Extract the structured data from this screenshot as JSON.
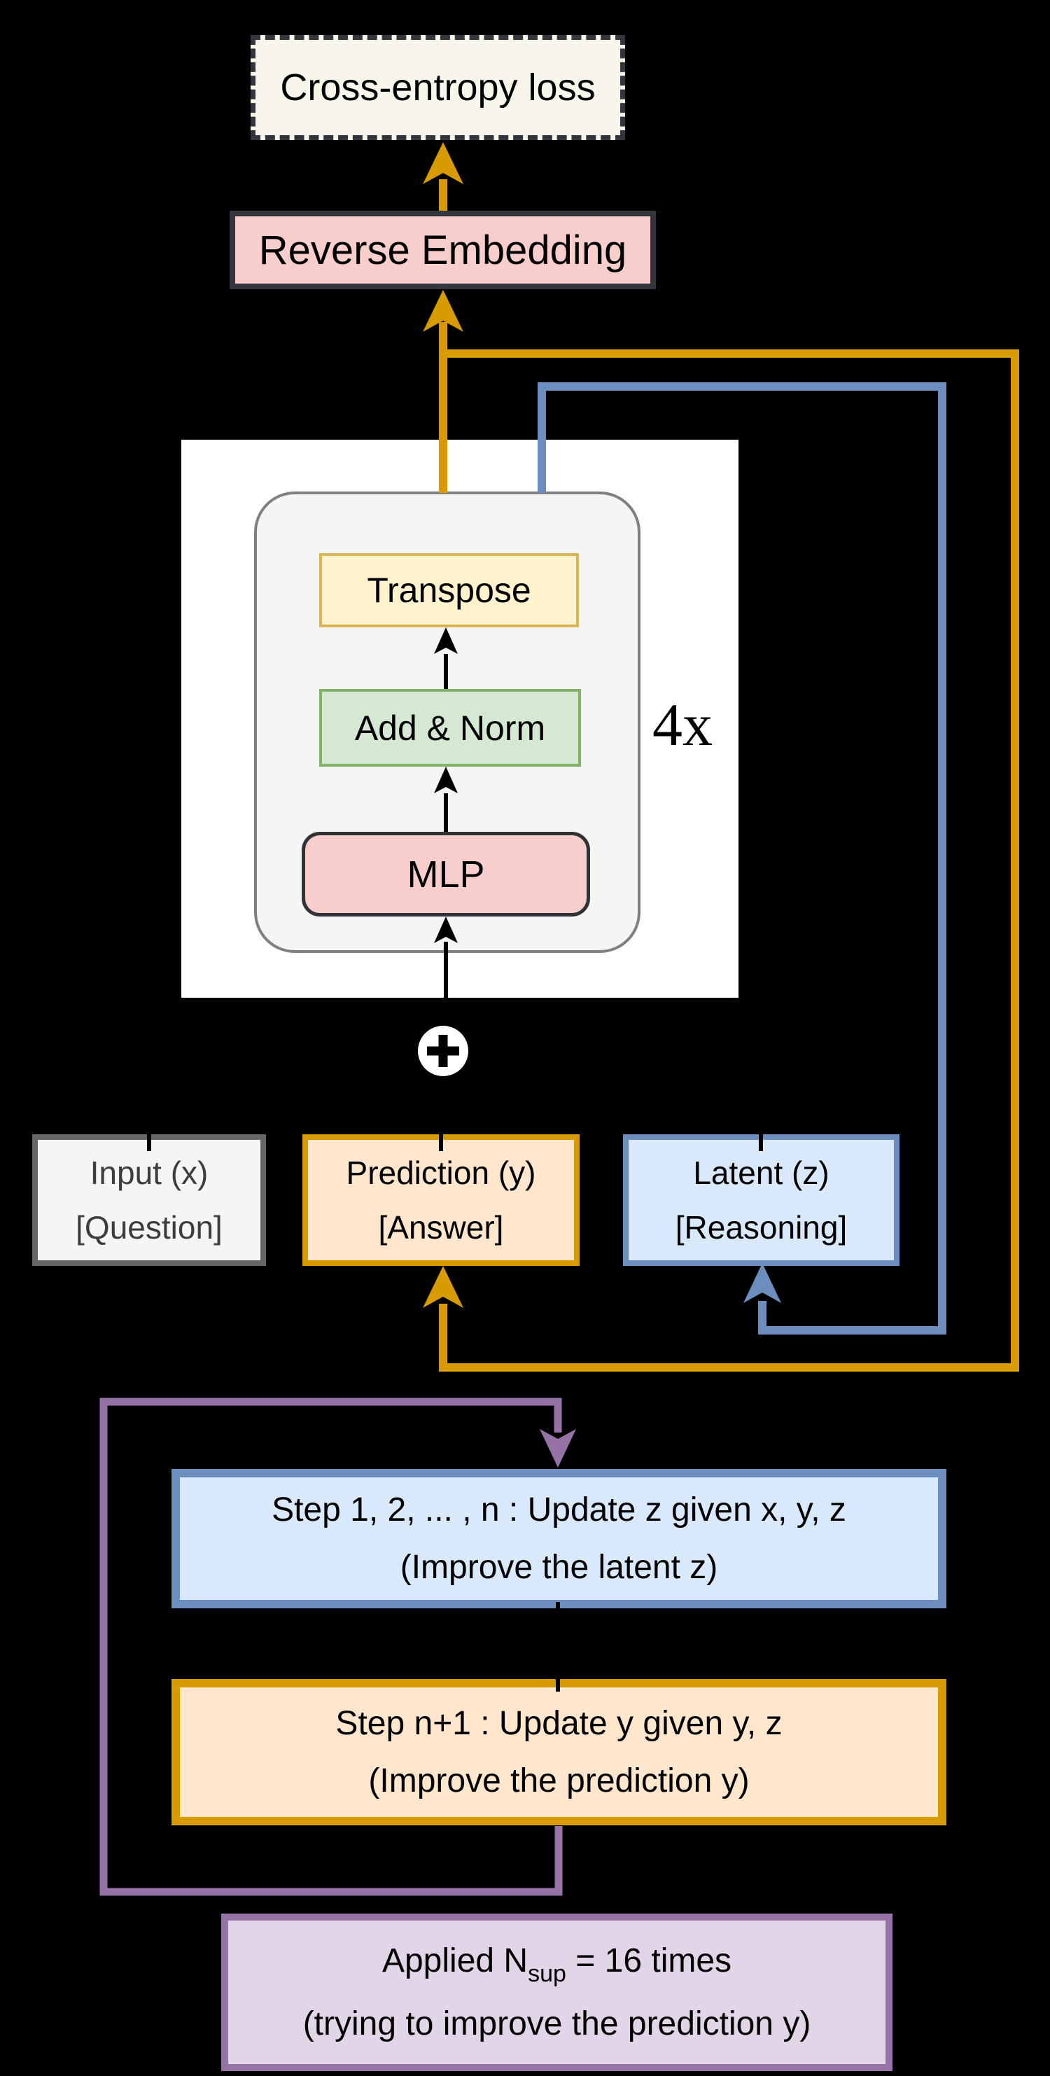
{
  "diagram": {
    "loss": {
      "label": "Cross-entropy loss"
    },
    "reverse_embedding": {
      "label": "Reverse Embedding"
    },
    "core": {
      "transpose": "Transpose",
      "add_norm": "Add & Norm",
      "mlp": "MLP",
      "repeat_label": "4x"
    },
    "states": {
      "input": {
        "line1": "Input (x)",
        "line2": "[Question]"
      },
      "prediction": {
        "line1": "Prediction (y)",
        "line2": "[Answer]"
      },
      "latent": {
        "line1": "Latent (z)",
        "line2": "[Reasoning]"
      }
    },
    "steps": {
      "latent_update": {
        "line1": "Step 1, 2, ... , n : Update z given x, y, z",
        "line2": "(Improve the latent z)"
      },
      "prediction_update": {
        "line1": "Step n+1 : Update y given y, z",
        "line2": "(Improve the prediction y)"
      },
      "applied": {
        "line1_prefix": "Applied N",
        "line1_sub": "sup",
        "line1_suffix": " = 16 times",
        "line2": "(trying to improve the prediction y)"
      }
    },
    "icons": {
      "plus_circle": "plus-circle-icon"
    },
    "colors": {
      "background": "#000000",
      "gold_arrow": "#d79b00",
      "blue_arrow": "#6c8ebf",
      "purple_arrow": "#9673a6",
      "dark_border": "#33373d",
      "pink_fill": "#f8cecc",
      "cream_fill": "#f8f5eb",
      "yellow_fill": "#fff2cc",
      "green_fill": "#d5e8d4",
      "orange_fill": "#ffe6cc",
      "light_blue_fill": "#dae8fc",
      "light_purple_fill": "#e1d5e7",
      "gray_fill": "#f5f5f5"
    }
  }
}
